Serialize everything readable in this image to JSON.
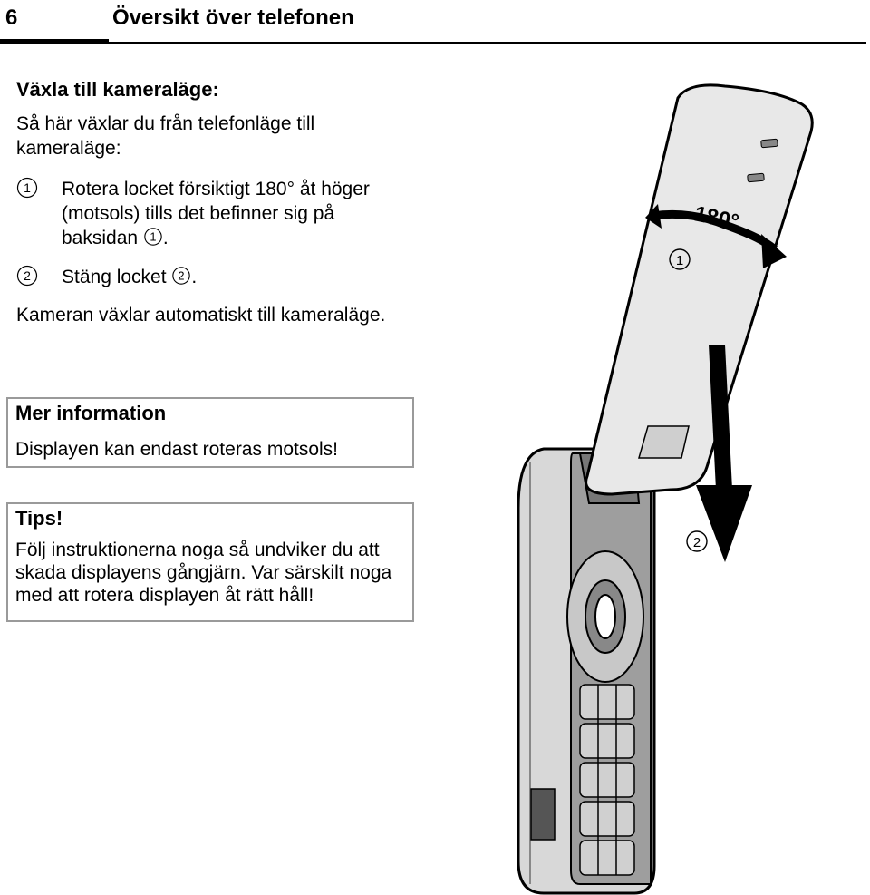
{
  "header": {
    "page_number": "6",
    "title": "Översikt över telefonen"
  },
  "section": {
    "title": "Växla till kameraläge:",
    "intro": "Så här växlar du från telefonläge till kameraläge:",
    "steps": [
      {
        "number": "1",
        "text_before": "Rotera locket försiktigt 180° åt höger (motsols) tills det befinner sig på baksidan ",
        "text_after": "."
      },
      {
        "number": "2",
        "text_before": "Stäng locket ",
        "text_after": "."
      }
    ],
    "outro": "Kameran växlar automatiskt till kameraläge."
  },
  "info_box": {
    "title": "Mer information",
    "text": "Displayen kan endast roteras motsols!"
  },
  "tips_box": {
    "title": "Tips!",
    "text": "Följ instruktionerna noga så undviker du att skada displayens gångjärn. Var särskilt noga med att rotera displayen åt rätt håll!"
  },
  "illustration": {
    "rotation_label": "180°",
    "marker_1": "1",
    "marker_2": "2"
  }
}
